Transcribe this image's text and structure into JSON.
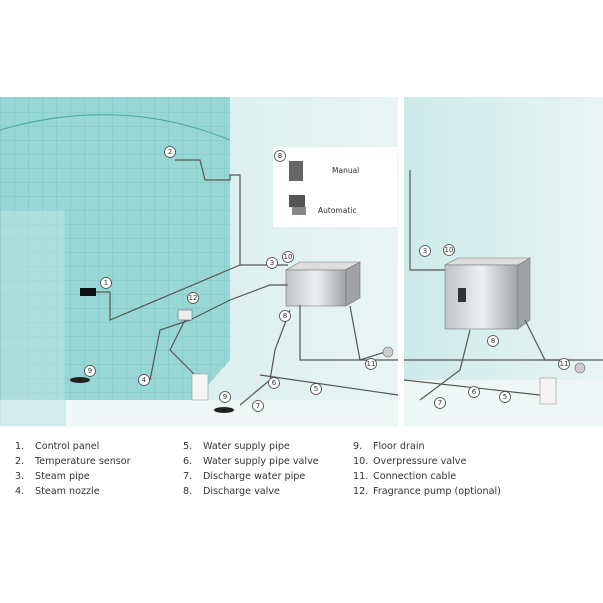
{
  "inset": {
    "callout": "8",
    "manual_label": "Manual",
    "automatic_label": "Automatic"
  },
  "callouts": {
    "c1": "1",
    "c2": "2",
    "c3a": "3",
    "c10a": "10",
    "c12": "12",
    "c8a": "8",
    "c4": "4",
    "c9a": "9",
    "c9b": "9",
    "c7a": "7",
    "c6a": "6",
    "c5a": "5",
    "c11a": "11",
    "c3b": "3",
    "c10b": "10",
    "c8b": "8",
    "c11b": "11",
    "c6b": "6",
    "c5b": "5",
    "c7b": "7"
  },
  "legend": {
    "col1": [
      {
        "num": "1.",
        "label": "Control panel"
      },
      {
        "num": "2.",
        "label": "Temperature sensor"
      },
      {
        "num": "3.",
        "label": "Steam pipe"
      },
      {
        "num": "4.",
        "label": "Steam nozzle"
      }
    ],
    "col2": [
      {
        "num": "5.",
        "label": "Water supply pipe"
      },
      {
        "num": "6.",
        "label": "Water supply pipe valve"
      },
      {
        "num": "7.",
        "label": "Discharge water pipe"
      },
      {
        "num": "8.",
        "label": "Discharge valve"
      }
    ],
    "col3": [
      {
        "num": "9.",
        "label": "Floor drain"
      },
      {
        "num": "10.",
        "label": "Overpressure valve"
      },
      {
        "num": "11.",
        "label": "Connection cable"
      },
      {
        "num": "12.",
        "label": "Fragrance pump (optional)"
      }
    ]
  },
  "colors": {
    "wall": "#dff1ef",
    "tiles": "#7fcfcd",
    "tile_grid": "#5fb9b8",
    "pipe": "#555555"
  }
}
